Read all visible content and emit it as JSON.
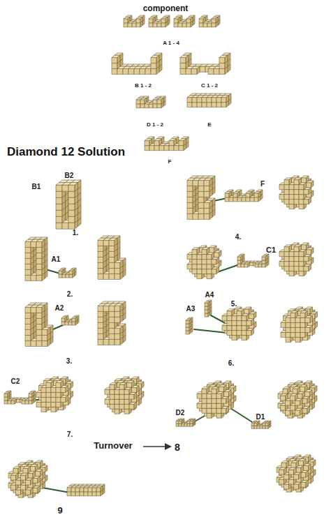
{
  "diagram": {
    "title": "Diamond 12 Solution",
    "labels": [
      "component",
      "A 1 - 4",
      "B 1 - 2",
      "C 1 - 2",
      "D 1 - 2",
      "E",
      "F",
      "B2",
      "B1",
      "F",
      "4.",
      "1.",
      "A1",
      "C1",
      "2.",
      "5.",
      "A4",
      "A2",
      "A3",
      "3.",
      "6.",
      "C2",
      "D2",
      "D1",
      "7.",
      "Turnover",
      "8",
      "9"
    ]
  }
}
